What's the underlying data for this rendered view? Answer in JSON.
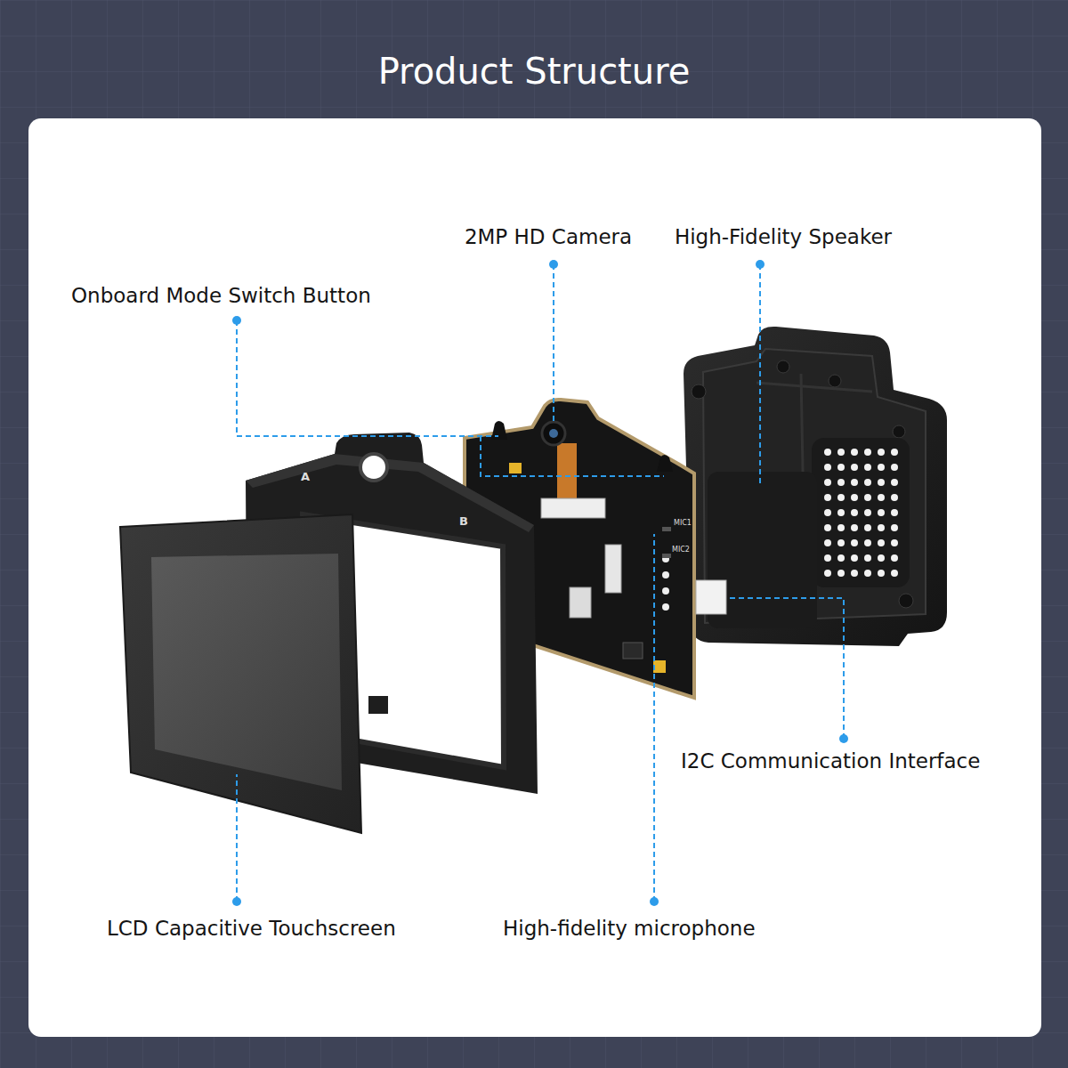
{
  "diagram": {
    "title": "Product Structure",
    "labels": [
      "2MP HD Camera",
      "High-Fidelity Speaker",
      "Onboard Mode Switch Button",
      "A",
      "B",
      "MIC1",
      "MIC2",
      "I2C Communication Interface",
      "LCD Capacitive Touchscreen",
      "High-fidelity microphone"
    ]
  }
}
